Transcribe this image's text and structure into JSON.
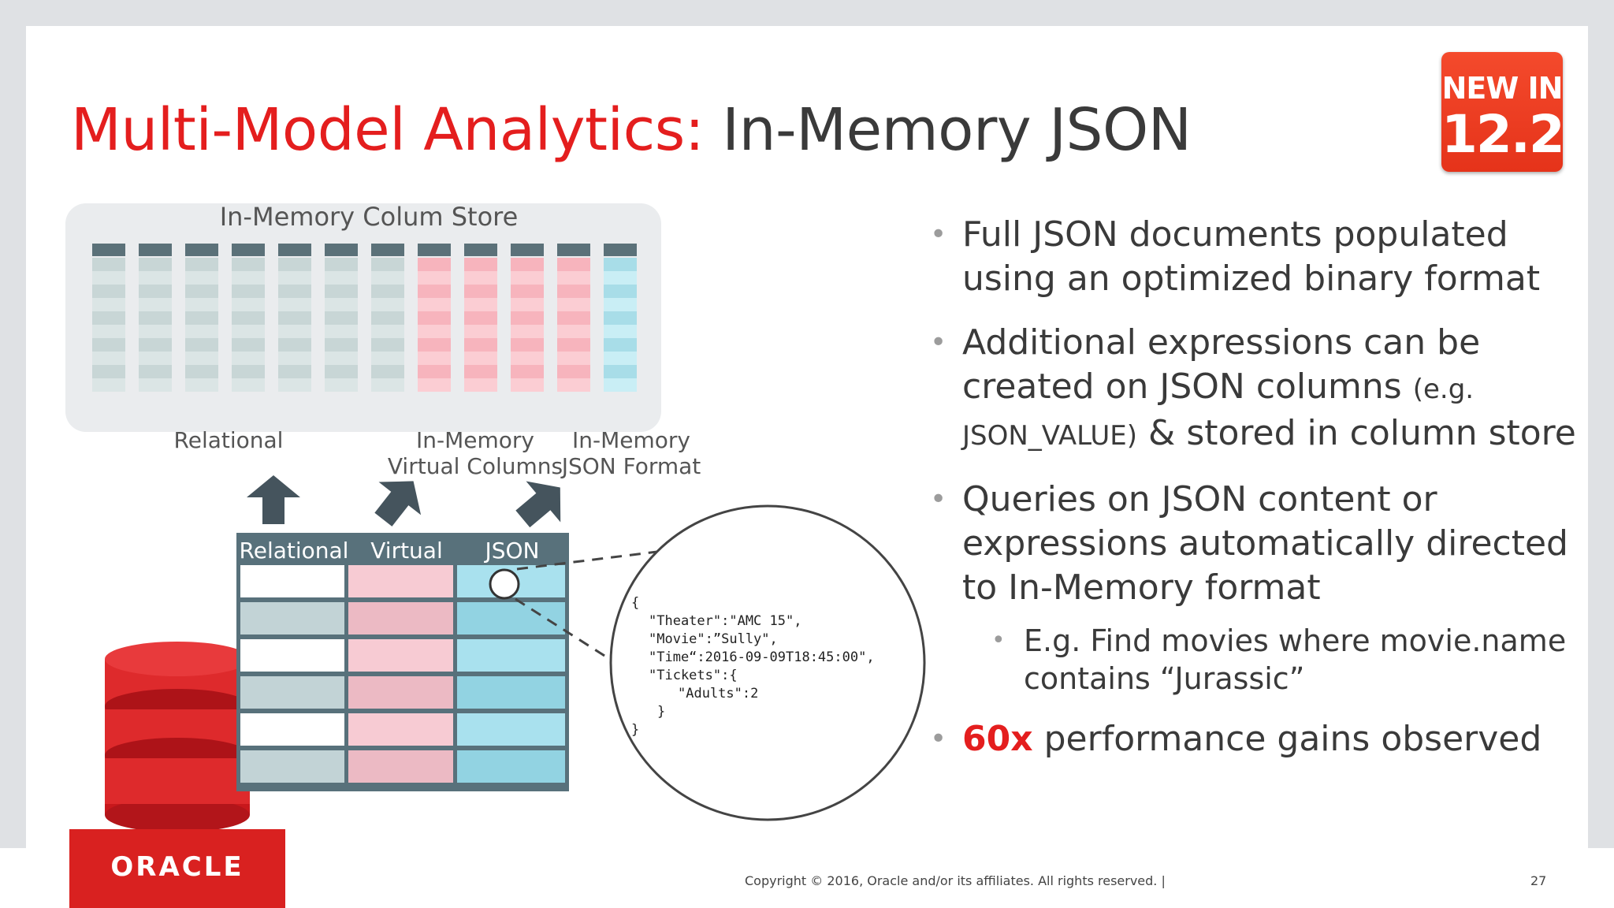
{
  "title": {
    "part1": "Multi-Model Analytics:",
    "part2": "In-Memory JSON"
  },
  "badge": {
    "line1": "NEW IN",
    "line2": "12.2"
  },
  "diagram": {
    "store_title": "In-Memory Colum Store",
    "label_relational": "Relational",
    "label_virtual_1": "In-Memory",
    "label_virtual_2": "Virtual Columns",
    "label_json_1": "In-Memory",
    "label_json_2": "JSON Format",
    "table_headers": [
      "Relational",
      "Virtual",
      "JSON"
    ],
    "json_lines": [
      "{",
      "\"Theater\":\"AMC 15\",",
      "\"Movie\":”Sully\",",
      "\"Time“:2016-09-09T18:45:00\",",
      "\"Tickets\":{",
      "\"Adults\":2",
      "}",
      "}"
    ],
    "colors": {
      "relational": "#c8d6d6",
      "virtual": "#f7b4bd",
      "json": "#a8dde8",
      "header": "#58717b"
    }
  },
  "bullets": {
    "b1": "Full JSON documents populated using an optimized binary format",
    "b2_a": "Additional expressions can be created on JSON columns",
    "b2_small": "(e.g. JSON_VALUE)",
    "b2_b": "& stored in column store",
    "b3": "Queries on JSON content or expressions automatically directed to In-Memory format",
    "b4": "E.g. Find movies where movie.name contains  “Jurassic”",
    "b5_accent": "60x",
    "b5_rest": "performance gains observed"
  },
  "footer": {
    "logo": "ORACLE",
    "copyright": "Copyright © 2016, Oracle and/or its affiliates. All rights reserved.  |",
    "page": "27"
  }
}
